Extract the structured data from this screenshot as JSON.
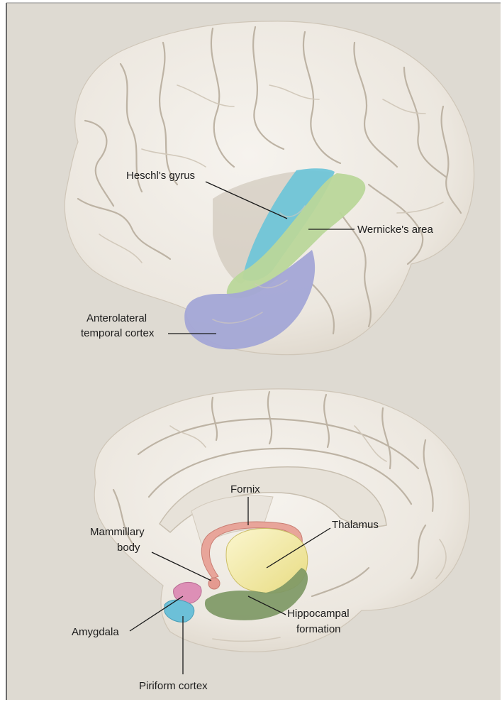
{
  "colors": {
    "background": "#dedad2",
    "brain": "#eeeae3",
    "heschls_gyrus": "#6cc4d8",
    "wernickes_area": "#b9d79a",
    "anterolateral_temporal_cortex": "#a3a7d6",
    "fornix": "#e8a59a",
    "thalamus": "#f1e8a2",
    "mammillary_body": "#e49a90",
    "amygdala": "#dd8fb6",
    "hippocampal_formation": "#7e9865",
    "piriform_cortex": "#6cc0d8"
  },
  "top_panel": {
    "labels": {
      "heschls_gyrus": "Heschl's gyrus",
      "wernickes_area": "Wernicke's area",
      "anterolateral_line1": "Anterolateral",
      "anterolateral_line2": "temporal cortex"
    }
  },
  "bottom_panel": {
    "labels": {
      "fornix": "Fornix",
      "thalamus": "Thalamus",
      "mammillary_line1": "Mammillary",
      "mammillary_line2": "body",
      "hippocampal_line1": "Hippocampal",
      "hippocampal_line2": "formation",
      "amygdala": "Amygdala",
      "piriform_cortex": "Piriform cortex"
    }
  }
}
